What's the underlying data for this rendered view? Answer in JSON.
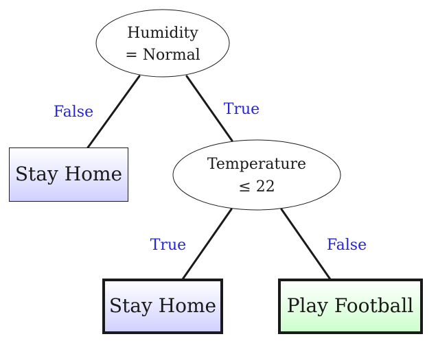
{
  "colors": {
    "edge": "#1a1a1a",
    "edge_label": "#2424e0",
    "stay_home_top": "#ffffff",
    "stay_home_bottom": "#d0d0ff",
    "play_football_top": "#ffffff",
    "play_football_bottom": "#ccffcc"
  },
  "tree": {
    "root": {
      "line1": "Humidity",
      "line2": "= Normal"
    },
    "root_false_label": "False",
    "root_true_label": "True",
    "root_false_leaf": "Stay Home",
    "temperature": {
      "line1": "Temperature",
      "line2": "≤ 22"
    },
    "temp_true_label": "True",
    "temp_false_label": "False",
    "temp_true_leaf": "Stay Home",
    "temp_false_leaf": "Play Football"
  }
}
